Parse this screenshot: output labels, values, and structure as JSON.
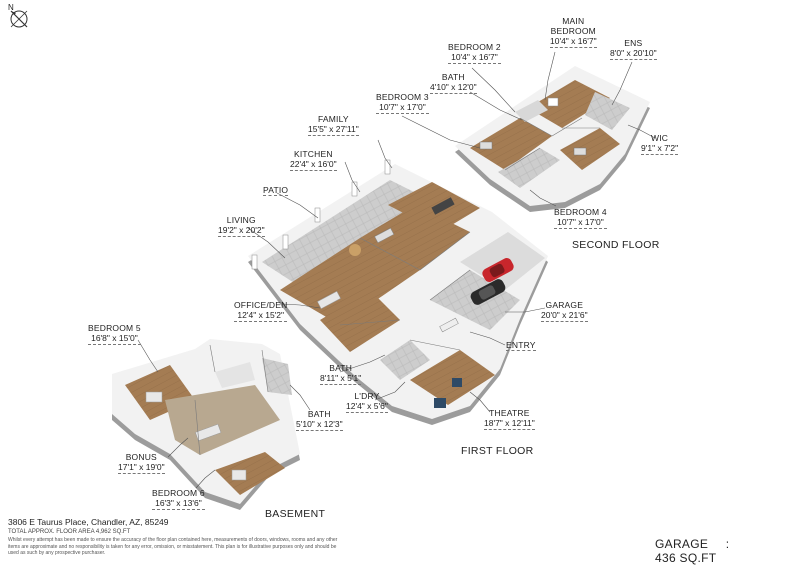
{
  "compass": {
    "letter": "N"
  },
  "rooms": {
    "main_bedroom": {
      "name": "MAIN\nBEDROOM",
      "dim": "10'4\" x 16'7\""
    },
    "ens": {
      "name": "ENS",
      "dim": "8'0\" x 20'10\""
    },
    "bedroom2": {
      "name": "BEDROOM 2",
      "dim": "10'4\" x 16'7\""
    },
    "bath_upper": {
      "name": "BATH",
      "dim": "4'10\" x 12'0\""
    },
    "bedroom3": {
      "name": "BEDROOM 3",
      "dim": "10'7\" x 17'0\""
    },
    "wic": {
      "name": "WIC",
      "dim": "9'1\" x 7'2\""
    },
    "bedroom4": {
      "name": "BEDROOM 4",
      "dim": "10'7\" x 17'0\""
    },
    "family": {
      "name": "FAMILY",
      "dim": "15'5\" x 27'11\""
    },
    "kitchen": {
      "name": "KITCHEN",
      "dim": "22'4\" x 16'0\""
    },
    "patio": {
      "name": "PATIO",
      "dim": ""
    },
    "living": {
      "name": "LIVING",
      "dim": "19'2\" x 20'2\""
    },
    "office": {
      "name": "OFFICE/DEN",
      "dim": "12'4\" x 15'2\""
    },
    "garage": {
      "name": "GARAGE",
      "dim": "20'0\" x 21'6\""
    },
    "entry": {
      "name": "ENTRY",
      "dim": ""
    },
    "bath_main": {
      "name": "BATH",
      "dim": "8'11\" x 5'1\""
    },
    "laundry": {
      "name": "L'DRY",
      "dim": "12'4\" x 5'6\""
    },
    "theatre": {
      "name": "THEATRE",
      "dim": "18'7\" x 12'11\""
    },
    "bedroom5": {
      "name": "BEDROOM 5",
      "dim": "16'8\" x 15'0\""
    },
    "bath_base": {
      "name": "BATH",
      "dim": "5'10\" x 12'3\""
    },
    "bonus": {
      "name": "BONUS",
      "dim": "17'1\" x 19'0\""
    },
    "bedroom6": {
      "name": "BEDROOM 6",
      "dim": "16'3\" x 13'6\""
    }
  },
  "floors": {
    "second": "SECOND FLOOR",
    "first": "FIRST FLOOR",
    "basement": "BASEMENT"
  },
  "footer": {
    "address": "3806 E Taurus Place, Chandler, AZ, 85249",
    "total": "TOTAL APPROX. FLOOR AREA 4,962 SQ.FT",
    "disclaimer": "Whilst every attempt has been made to ensure the accuracy of the floor plan contained here, measurements of doors, windows, rooms and any other items are approximate and no responsibility is taken for any error, omission, or misstatement. This plan is for illustrative purposes only and should be used as such by any prospective purchaser.",
    "garage_label": "GARAGE",
    "garage_sep": ":",
    "garage_area": "436 SQ.FT"
  },
  "colors": {
    "floor_wood": "#a07a52",
    "floor_carpet": "#8a6a4a",
    "floor_tile": "#c8c8c8",
    "wall_top": "#f2f2f2",
    "wall_side": "#9c9c9c",
    "car_red": "#c8262c",
    "car_black": "#2a2a2a",
    "sofa_blue": "#2e4a66"
  }
}
